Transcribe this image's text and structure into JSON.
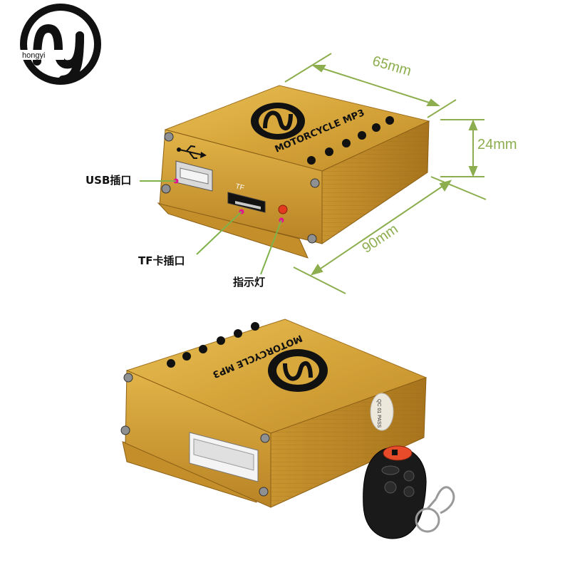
{
  "brand": {
    "logo_text": "hongyi"
  },
  "product": {
    "name": "MOTORCYCLE MP3",
    "panel_labels": {
      "tf_slot": "TF"
    },
    "sticker": "QC 01 PASS"
  },
  "callouts": {
    "usb_port": "USB插口",
    "tf_slot": "TF卡插口",
    "indicator_light": "指示灯"
  },
  "dimensions": {
    "length": "65mm",
    "height": "24mm",
    "width": "90mm"
  },
  "colors": {
    "body_gold": "#d9a83a",
    "dimension_green": "#8dae4e",
    "pointer_dot": "#e3148f",
    "callout_line": "#7fb24a"
  }
}
